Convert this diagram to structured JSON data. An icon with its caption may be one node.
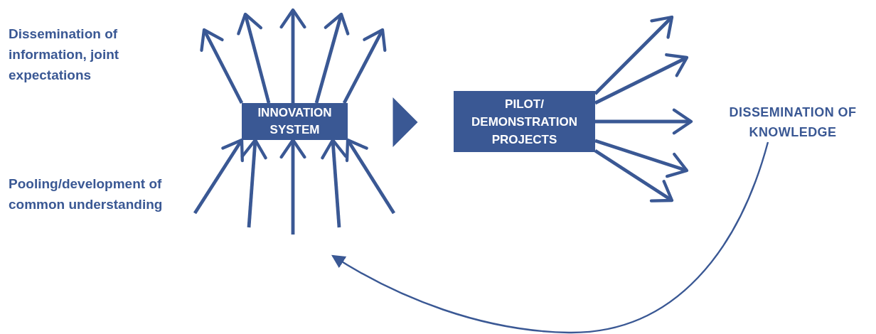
{
  "diagram": {
    "nodes": [
      {
        "text": [
          "Dissemination of information, joint expectations"
        ]
      },
      {
        "text": [
          "Pooling/development of common understanding"
        ]
      },
      {
        "text": [
          "INNOVATION SYSTEM"
        ]
      },
      {
        "text": [
          "PILOT/ DEMONSTRATION PROJECTS"
        ]
      },
      {
        "text": [
          "DISSEMINATION OF KNOWLEDGE"
        ]
      }
    ],
    "edges": [
      {
        "from": 2,
        "to": null,
        "arrow": "to"
      },
      {
        "from": 2,
        "to": null,
        "arrow": "to"
      },
      {
        "from": 2,
        "to": null,
        "arrow": "to"
      },
      {
        "from": 2,
        "to": null,
        "arrow": "to"
      },
      {
        "from": 2,
        "to": null,
        "arrow": "to"
      },
      {
        "from": null,
        "to": 2,
        "arrow": "to"
      },
      {
        "from": null,
        "to": 2,
        "arrow": "to"
      },
      {
        "from": null,
        "to": 2,
        "arrow": "to"
      },
      {
        "from": null,
        "to": 2,
        "arrow": "to"
      },
      {
        "from": null,
        "to": 2,
        "arrow": "to"
      },
      {
        "from": 2,
        "to": 3,
        "arrow": "to"
      },
      {
        "from": 3,
        "to": null,
        "arrow": "to"
      },
      {
        "from": 3,
        "to": null,
        "arrow": "to"
      },
      {
        "from": 3,
        "to": null,
        "arrow": "to"
      },
      {
        "from": 3,
        "to": null,
        "arrow": "to"
      },
      {
        "from": 3,
        "to": null,
        "arrow": "to"
      },
      {
        "from": 4,
        "to": null,
        "arrow": "to"
      }
    ]
  }
}
